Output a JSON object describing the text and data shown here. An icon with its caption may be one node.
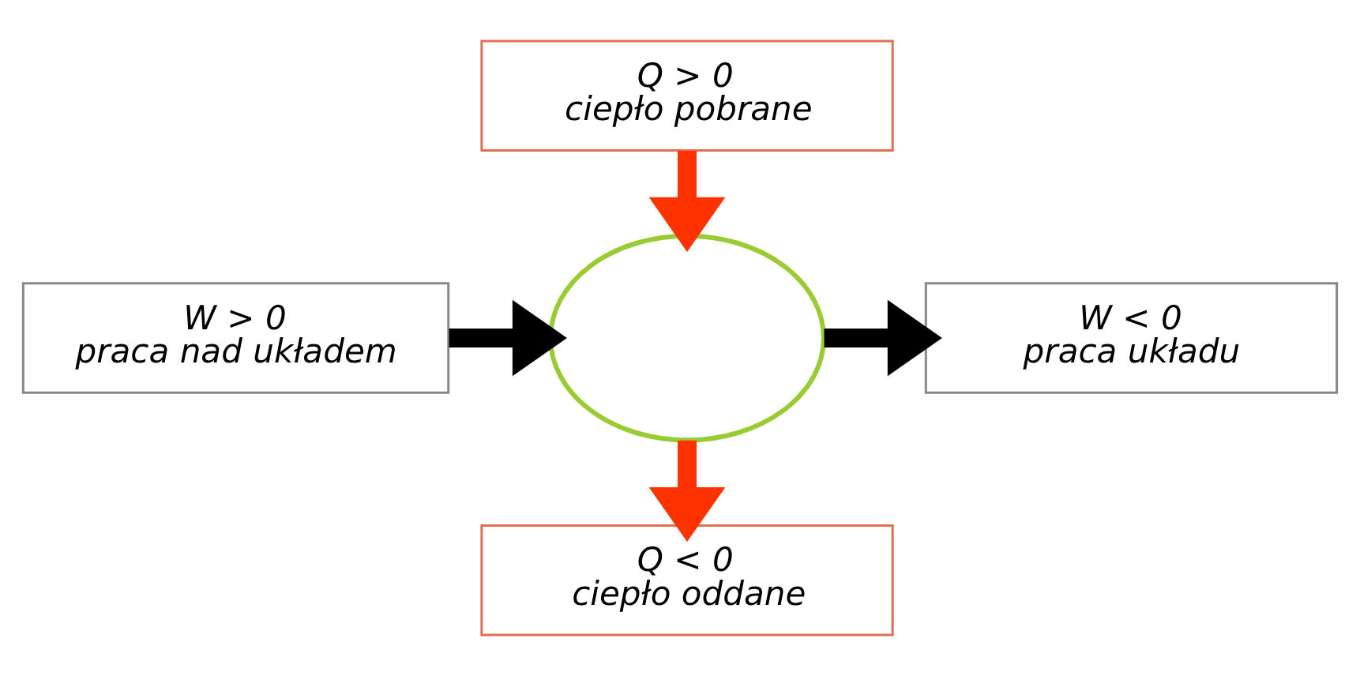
{
  "diagram": {
    "nodes": [
      {
        "text": [
          "Q > 0",
          "ciepło pobrane"
        ]
      },
      {
        "text": [
          "W > 0",
          "praca nad układem"
        ]
      },
      {
        "text": [],
        "shape": "ellipse"
      },
      {
        "text": [
          "W < 0",
          "praca układu"
        ]
      },
      {
        "text": [
          "Q < 0",
          "ciepło oddane"
        ]
      }
    ],
    "edges": [
      {
        "from": 0,
        "to": 2,
        "arrow": "to",
        "color": "#ff3300"
      },
      {
        "from": 1,
        "to": 2,
        "arrow": "to",
        "color": "#000000"
      },
      {
        "from": 2,
        "to": 3,
        "arrow": "to",
        "color": "#000000"
      },
      {
        "from": 2,
        "to": 4,
        "arrow": "to",
        "color": "#ff3300"
      }
    ]
  }
}
